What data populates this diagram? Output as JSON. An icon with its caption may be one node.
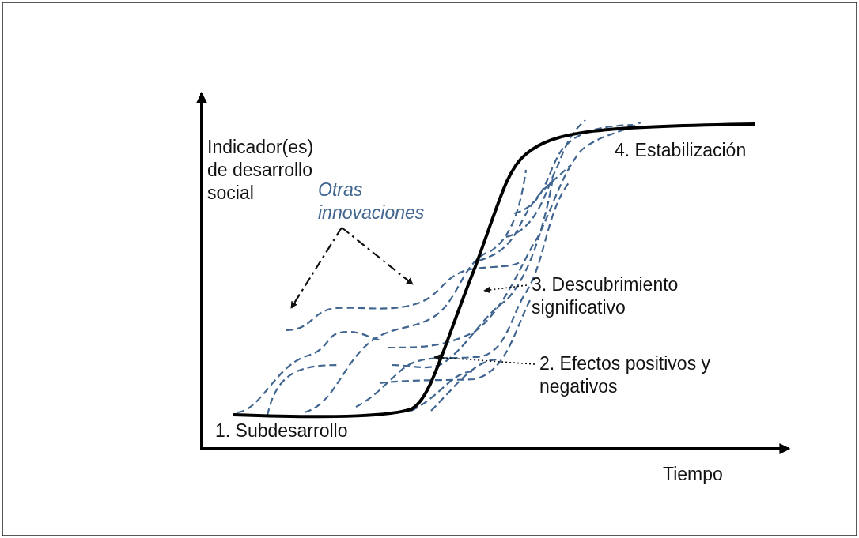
{
  "diagram": {
    "nodes": [
      {
        "text": [
          "Otras innovaciones"
        ]
      },
      {
        "text": [
          "3. Descubrimiento significativo"
        ]
      },
      {
        "text": [
          "2. Efectos positivos y negativos"
        ]
      }
    ],
    "edges": [
      {
        "from": 0,
        "to": null,
        "arrow": "to",
        "style": "dashed"
      },
      {
        "from": 0,
        "to": null,
        "arrow": "to",
        "style": "dashed"
      },
      {
        "from": 1,
        "to": null,
        "arrow": "to",
        "style": "dashed"
      },
      {
        "from": 2,
        "to": null,
        "arrow": "to",
        "style": "dashed"
      }
    ],
    "labels": [
      "Indicador(es) de desarrollo social",
      "4. Estabilización",
      "1. Subdesarrollo",
      "Tiempo"
    ]
  }
}
